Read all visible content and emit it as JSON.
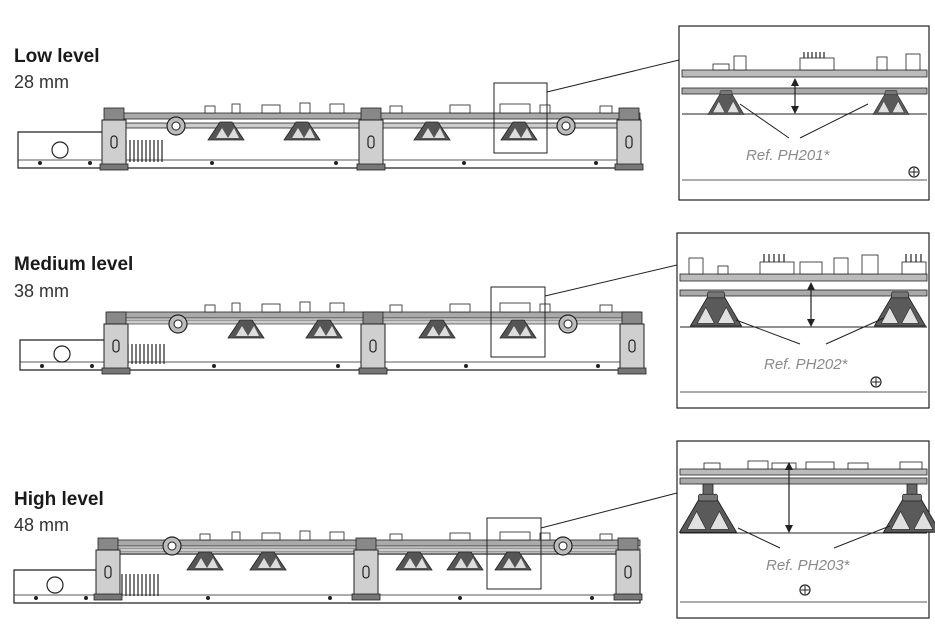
{
  "levels": [
    {
      "title": "Low level",
      "height": "28 mm",
      "ref": "Ref. PH201*"
    },
    {
      "title": "Medium level",
      "height": "38 mm",
      "ref": "Ref. PH202*"
    },
    {
      "title": "High level",
      "height": "48 mm",
      "ref": "Ref. PH203*"
    }
  ]
}
